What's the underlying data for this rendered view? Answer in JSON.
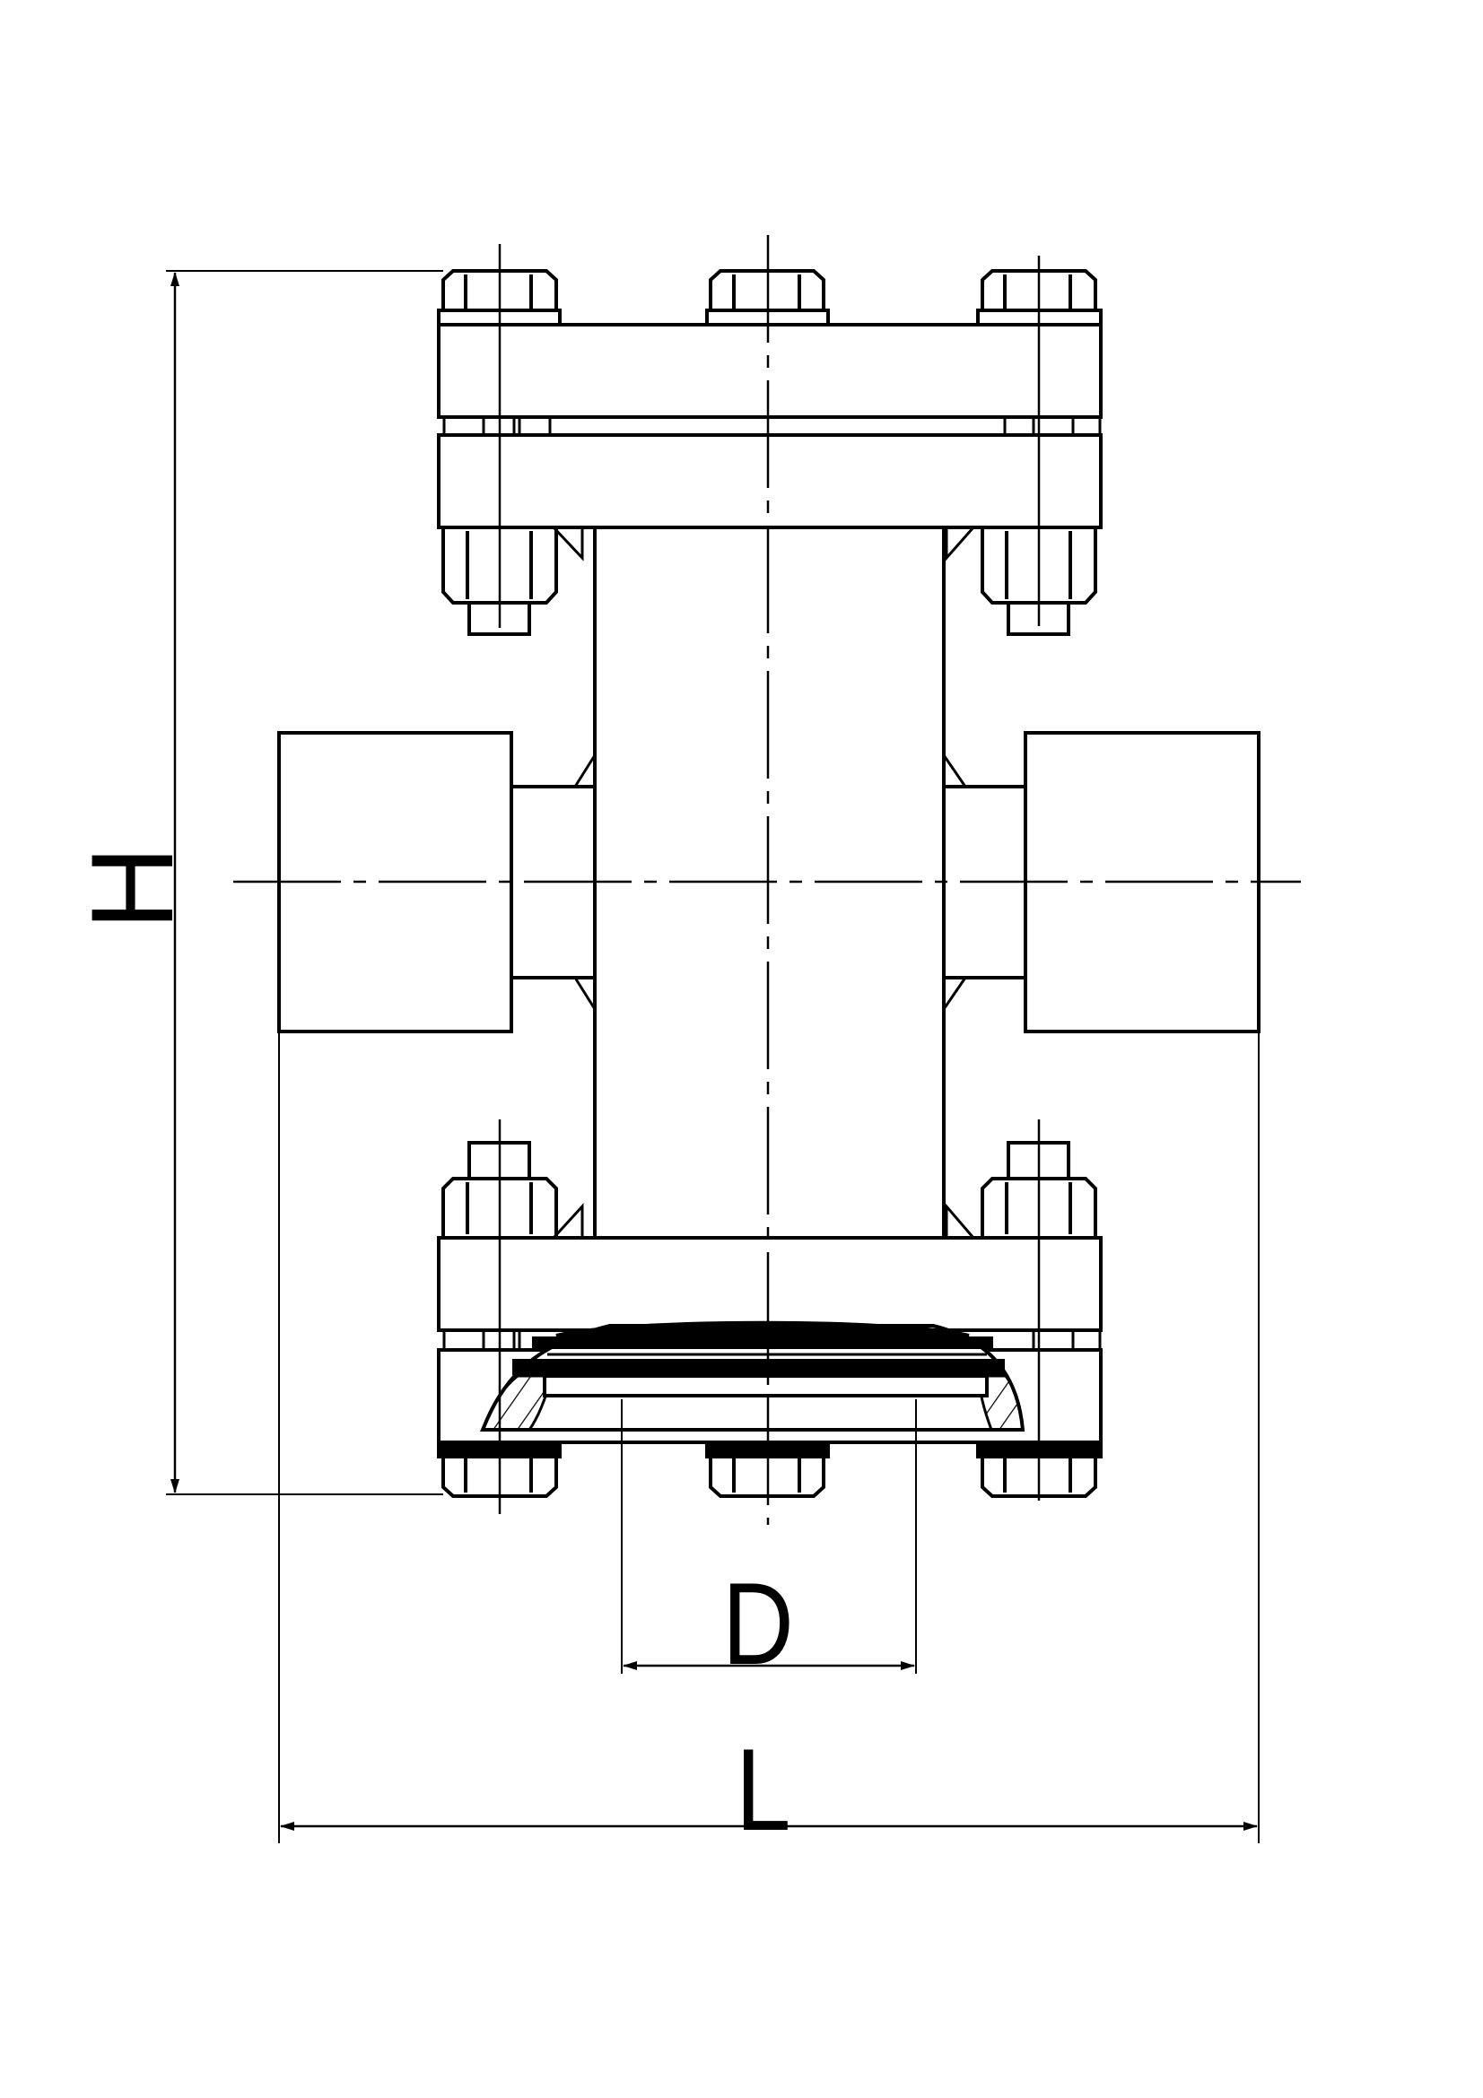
{
  "drawing": {
    "type": "Technical drawing - flanged sight glass (front view, partial section)",
    "line_color": "#000000",
    "background": "#ffffff"
  },
  "dimensions": {
    "height_label": "H",
    "diameter_label": "D",
    "length_label": "L"
  },
  "components": [
    {
      "name": "top cover flange with 3 hex bolt heads"
    },
    {
      "name": "upper body flange with 2 hex nuts"
    },
    {
      "name": "vertical tube body"
    },
    {
      "name": "left side inlet boss"
    },
    {
      "name": "right side outlet boss"
    },
    {
      "name": "lower body flange with 2 hex nuts"
    },
    {
      "name": "bottom cover flange with sight glass section and 3 hex bolt heads"
    }
  ]
}
